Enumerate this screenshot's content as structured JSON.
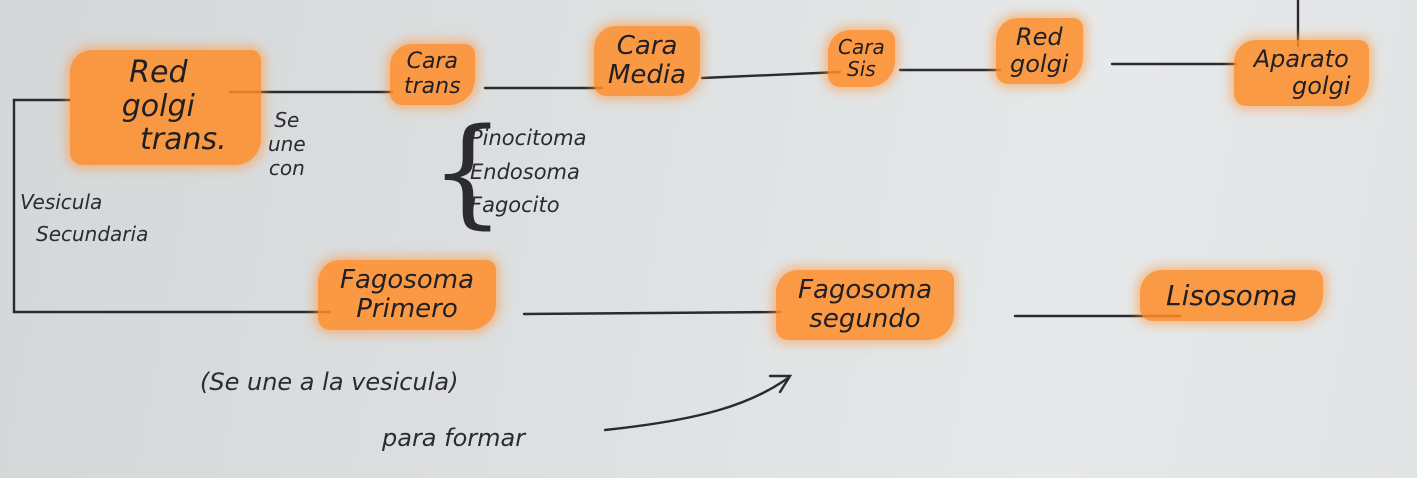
{
  "nodes": {
    "red_golgi_trans": [
      "Red",
      "golgi",
      "trans."
    ],
    "cara_trans": [
      "Cara",
      "trans"
    ],
    "cara_media": [
      "Cara",
      "Media"
    ],
    "cara_sis": [
      "Cara",
      "Sis"
    ],
    "red_golgi": [
      "Red",
      "golgi"
    ],
    "aparato_golgi": [
      "Aparato",
      "golgi"
    ],
    "fagosoma_primero": [
      "Fagosoma",
      "Primero"
    ],
    "fagosoma_segundo": [
      "Fagosoma",
      "segundo"
    ],
    "lisosoma": [
      "Lisosoma"
    ]
  },
  "labels": {
    "se_une_con": [
      "Se",
      "une",
      "con"
    ],
    "vesicula_secundaria": [
      "Vesicula",
      "Secundaria"
    ],
    "brace_items": [
      "Pinocitoma",
      "Endosoma",
      "Fagocito"
    ],
    "se_une_note": "(Se une a la vesicula)",
    "para_formar": "para formar"
  },
  "colors": {
    "highlight": "#ff8c28",
    "ink": "#1f1f24",
    "paper": "#dee1e2"
  }
}
